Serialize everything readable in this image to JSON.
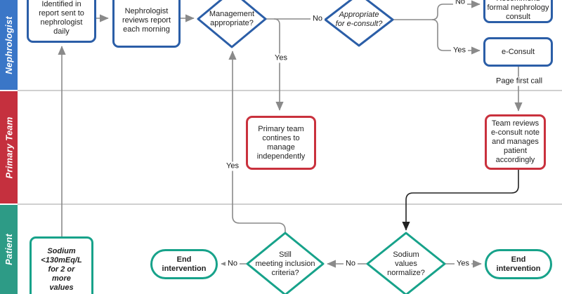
{
  "colors": {
    "lane_blue": "#3a76c7",
    "lane_red": "#c5303e",
    "lane_teal": "#2d9b86",
    "node_blue_border": "#2b5ea7",
    "node_red_border": "#c9313d",
    "node_teal_border": "#17a28a",
    "connector_gray": "#8a8a8a",
    "connector_black": "#222222",
    "lane_line_gray": "#b3b3b3"
  },
  "lanes": [
    {
      "label": "Nephrologist",
      "color": "#3a76c7"
    },
    {
      "label": "Primary Team",
      "color": "#c5303e"
    },
    {
      "label": "Patient",
      "color": "#2d9b86"
    }
  ],
  "nodes": {
    "identified": "Identified in\nreport sent to\nnephrologist\ndaily",
    "reviews": "Nephrologist\nreviews report\neach morning",
    "management": "Management\nappropriate?",
    "econsult_question": "Appropriate\nfor e-consult?",
    "recommend": "Recommend\nformal nephrology\nconsult",
    "econsult": "e-Consult",
    "primary_team": "Primary team\ncontines to\nmanage\nindependently",
    "team_reviews": "Team reviews\ne-consult note\nand manages\npatient\naccordingly",
    "sodium_criteria": "Sodium\n<130mEq/L\nfor 2 or\nmore\nvalues",
    "still_meeting": "Still\nmeeting inclusion\ncriteria?",
    "sodium_normalize": "Sodium\nvalues\nnormalize?",
    "end_left": "End intervention",
    "end_right": "End intervention"
  },
  "edge_labels": {
    "yes": "Yes",
    "no": "No",
    "page_first_call": "Page first call"
  }
}
